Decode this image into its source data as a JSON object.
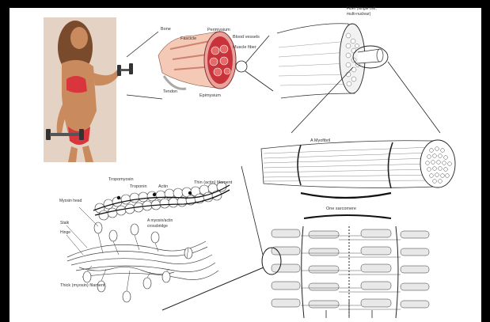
{
  "labels": {
    "bone": "Bone",
    "fascicle": "Fascicle",
    "perimysium": "Perimysium",
    "blood_vessels": "Blood vessels",
    "muscle_fiber": "Muscle fiber",
    "tendon": "Tendon",
    "epimysium": "Epimysium",
    "fiber_top_1": "Fiber (single cell;",
    "fiber_top_2": "multi-nuclear)",
    "myofibril": "A Myofibril",
    "one_sarcomere": "One sarcomere",
    "tropomyosin": "Tropomyosin",
    "troponin": "Troponin",
    "actin": "Actin",
    "thin_filament": "Thin (actin) filament",
    "myosin_head": "Myosin head",
    "stalk": "Stalk",
    "hinge": "Hinge",
    "crossbridge_1": "A myosin/actin",
    "crossbridge_2": "crossbridge",
    "thick_filament": "Thick (myosin) filament"
  },
  "colors": {
    "frame": "#000000",
    "background": "#ffffff",
    "muscle_red": "#c8323a",
    "skin": "#c98a5e",
    "line": "#222222"
  }
}
